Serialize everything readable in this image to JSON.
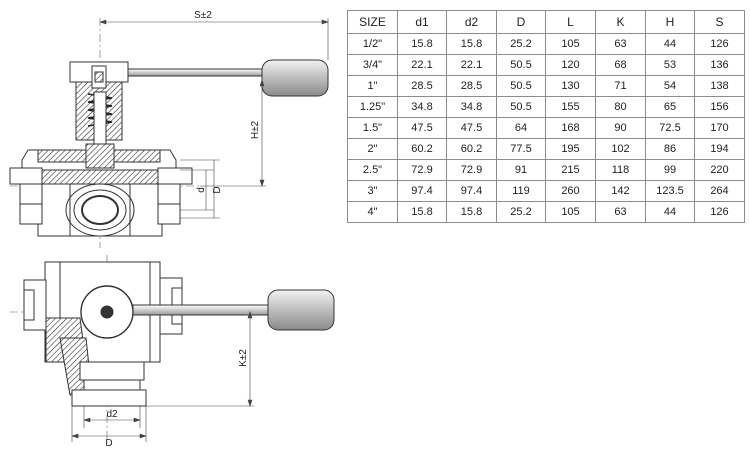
{
  "drawing": {
    "labels": {
      "s": "S±2",
      "h": "H±2",
      "k": "K±2",
      "d_small": "d",
      "d_big": "D",
      "d2": "d2",
      "d_bottom": "D"
    }
  },
  "table": {
    "headers": [
      "SIZE",
      "d1",
      "d2",
      "D",
      "L",
      "K",
      "H",
      "S"
    ],
    "rows": [
      [
        "1/2\"",
        "15.8",
        "15.8",
        "25.2",
        "105",
        "63",
        "44",
        "126"
      ],
      [
        "3/4\"",
        "22.1",
        "22.1",
        "50.5",
        "120",
        "68",
        "53",
        "136"
      ],
      [
        "1\"",
        "28.5",
        "28.5",
        "50.5",
        "130",
        "71",
        "54",
        "138"
      ],
      [
        "1.25\"",
        "34.8",
        "34.8",
        "50.5",
        "155",
        "80",
        "65",
        "156"
      ],
      [
        "1.5\"",
        "47.5",
        "47.5",
        "64",
        "168",
        "90",
        "72.5",
        "170"
      ],
      [
        "2\"",
        "60.2",
        "60.2",
        "77.5",
        "195",
        "102",
        "86",
        "194"
      ],
      [
        "2.5\"",
        "72.9",
        "72.9",
        "91",
        "215",
        "118",
        "99",
        "220"
      ],
      [
        "3\"",
        "97.4",
        "97.4",
        "119",
        "260",
        "142",
        "123.5",
        "264"
      ],
      [
        "4\"",
        "15.8",
        "15.8",
        "25.2",
        "105",
        "63",
        "44",
        "126"
      ]
    ]
  }
}
